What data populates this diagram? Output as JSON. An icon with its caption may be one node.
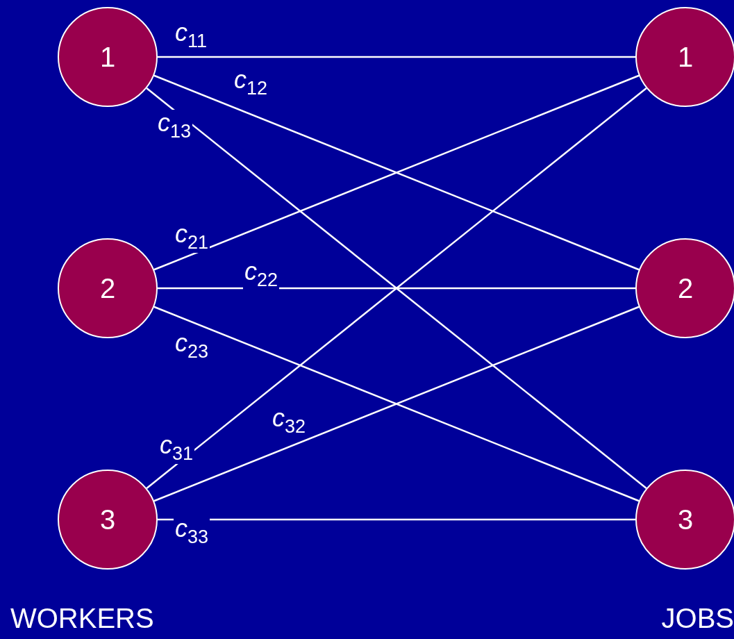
{
  "diagram": {
    "nodes": [
      {
        "text": [
          "1"
        ]
      },
      {
        "text": [
          "1"
        ]
      },
      {
        "text": [
          "2"
        ]
      },
      {
        "text": [
          "2"
        ]
      },
      {
        "text": [
          "3"
        ]
      },
      {
        "text": [
          "3"
        ]
      }
    ],
    "edges": [
      {
        "from": 0,
        "to": 1,
        "arrow": "none",
        "label": "c$_{11}$"
      },
      {
        "from": 0,
        "to": 3,
        "arrow": "none",
        "label": "c$_{12}$"
      },
      {
        "from": 0,
        "to": 5,
        "arrow": "none",
        "label": "c$_{13}$"
      },
      {
        "from": 2,
        "to": 1,
        "arrow": "none",
        "label": "c$_{21}$"
      },
      {
        "from": 2,
        "to": 3,
        "arrow": "none",
        "label": "c$_{22}$"
      },
      {
        "from": 2,
        "to": 5,
        "arrow": "none",
        "label": "c$_{23}$"
      },
      {
        "from": 4,
        "to": 1,
        "arrow": "none",
        "label": "c$_{31}$"
      },
      {
        "from": 4,
        "to": 3,
        "arrow": "none",
        "label": "c$_{32}$"
      },
      {
        "from": 4,
        "to": 5,
        "arrow": "none",
        "label": "c$_{33}$"
      }
    ],
    "labels": [
      "WORKERS",
      "JOBS"
    ]
  }
}
